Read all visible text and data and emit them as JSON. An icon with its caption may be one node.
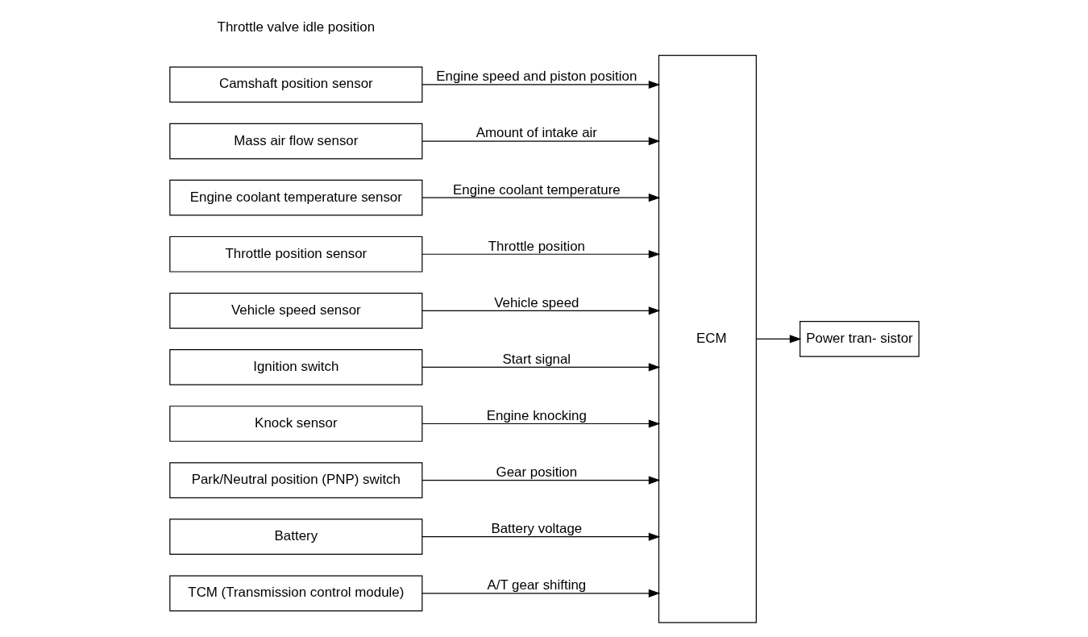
{
  "diagram": {
    "nodes": [
      {
        "text": [
          "Camshaft position sensor"
        ]
      },
      {
        "text": [
          "Mass air flow sensor"
        ]
      },
      {
        "text": [
          "Engine coolant temperature sensor"
        ]
      },
      {
        "text": [
          "Throttle position sensor"
        ]
      },
      {
        "text": [
          "Vehicle speed sensor"
        ]
      },
      {
        "text": [
          "Ignition switch"
        ]
      },
      {
        "text": [
          "Knock sensor"
        ]
      },
      {
        "text": [
          "Park/Neutral position (PNP) switch"
        ]
      },
      {
        "text": [
          "Battery"
        ]
      },
      {
        "text": [
          "TCM (Transmission control module)"
        ]
      },
      {
        "text": [
          "ECM"
        ]
      },
      {
        "text": [
          "Power tran- sistor"
        ]
      }
    ],
    "edges": [
      {
        "from": 0,
        "to": 10,
        "arrow": "to",
        "label": "Engine speed and piston position"
      },
      {
        "from": 1,
        "to": 10,
        "arrow": "to",
        "label": "Amount of intake air"
      },
      {
        "from": 2,
        "to": 10,
        "arrow": "to",
        "label": "Engine coolant temperature"
      },
      {
        "from": 3,
        "to": 10,
        "arrow": "to",
        "label": "Throttle position"
      },
      {
        "from": 4,
        "to": 10,
        "arrow": "to",
        "label": "Vehicle speed"
      },
      {
        "from": 5,
        "to": 10,
        "arrow": "to",
        "label": "Start signal"
      },
      {
        "from": 6,
        "to": 10,
        "arrow": "to",
        "label": "Engine knocking"
      },
      {
        "from": 7,
        "to": 10,
        "arrow": "to",
        "label": "Gear position"
      },
      {
        "from": 8,
        "to": 10,
        "arrow": "to",
        "label": "Battery voltage"
      },
      {
        "from": 9,
        "to": 10,
        "arrow": "to",
        "label": "A/T gear shifting"
      },
      {
        "from": 10,
        "to": 11,
        "arrow": "to"
      }
    ],
    "labels": [
      "Throttle valve idle position"
    ]
  }
}
